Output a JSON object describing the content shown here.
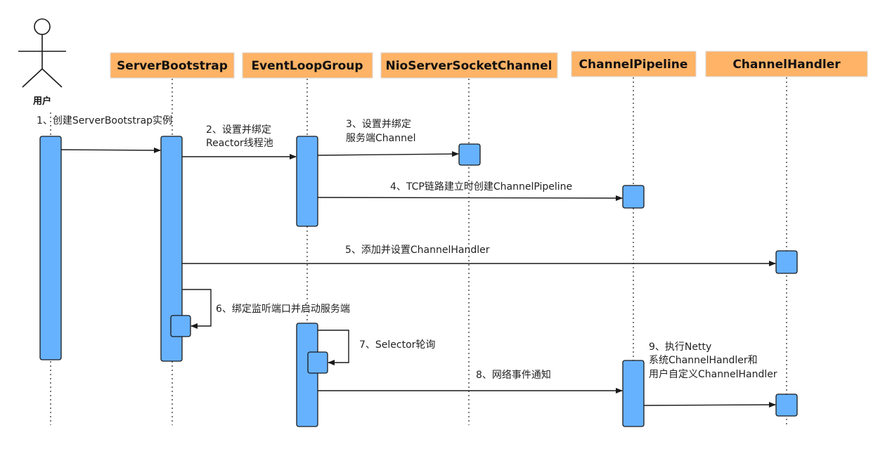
{
  "actor": {
    "label": "用户"
  },
  "participants": [
    {
      "id": "sb",
      "label": "ServerBootstrap"
    },
    {
      "id": "elg",
      "label": "EventLoopGroup"
    },
    {
      "id": "nssc",
      "label": "NioServerSocketChannel"
    },
    {
      "id": "cp",
      "label": "ChannelPipeline"
    },
    {
      "id": "ch",
      "label": "ChannelHandler"
    }
  ],
  "colors": {
    "header_fill": "#ffb366",
    "activation_fill": "#66b2ff",
    "line": "#1a1a1a"
  },
  "messages": [
    {
      "label": "1、创建ServerBootstrap实例"
    },
    {
      "label_lines": [
        "2、设置并绑定",
        "Reactor线程池"
      ]
    },
    {
      "label_lines": [
        "3、设置并绑定",
        "服务端Channel"
      ]
    },
    {
      "label": "4、TCP链路建立时创建ChannelPipeline"
    },
    {
      "label": "5、添加并设置ChannelHandler"
    },
    {
      "label": "6、绑定监听端口并启动服务端"
    },
    {
      "label": "7、Selector轮询"
    },
    {
      "label": "8、网络事件通知"
    },
    {
      "label_lines": [
        "9、执行Netty",
        "系统ChannelHandler和",
        "用户自定义ChannelHandler"
      ]
    }
  ]
}
